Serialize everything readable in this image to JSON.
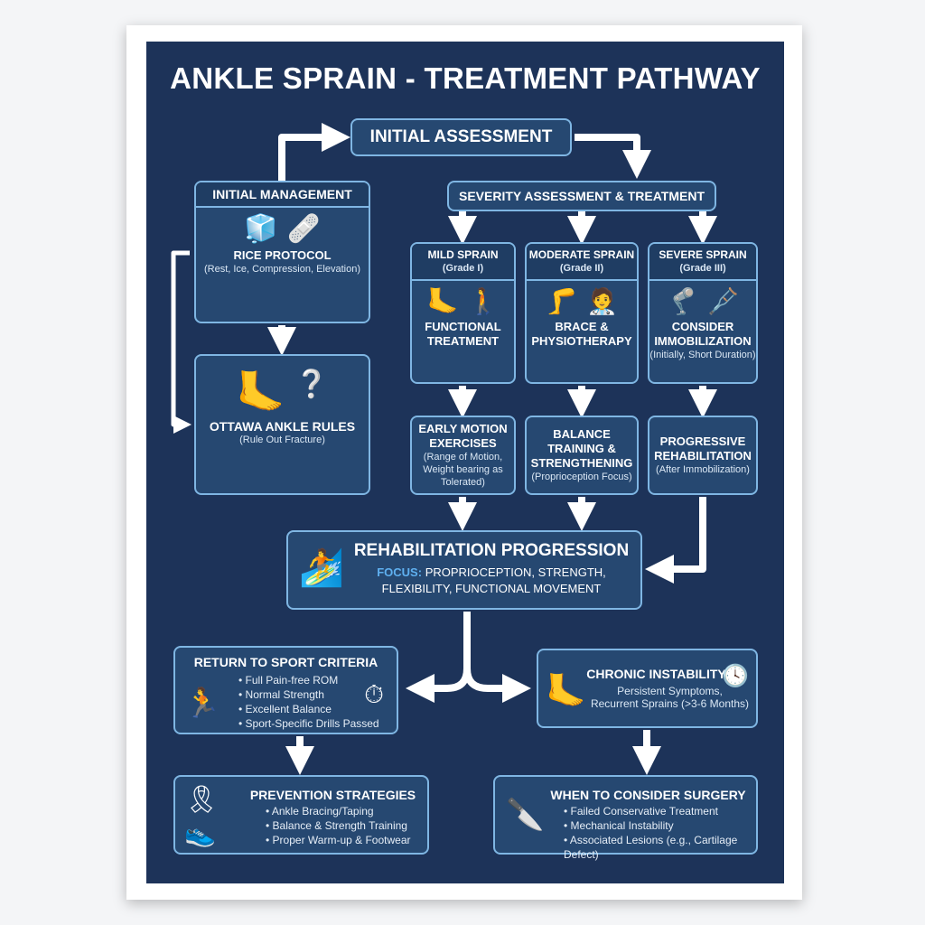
{
  "title": "ANKLE SPRAIN - TREATMENT PATHWAY",
  "initial_assessment": "INITIAL ASSESSMENT",
  "initial_management": {
    "header": "INITIAL MANAGEMENT",
    "title": "RICE PROTOCOL",
    "sub": "(Rest, Ice, Compression, Elevation)",
    "icons": [
      "ice-pack-icon",
      "bandage-icon"
    ]
  },
  "ottawa": {
    "title": "OTTAWA ANKLE RULES",
    "sub": "(Rule Out Fracture)",
    "icons": [
      "foot-bones-icon",
      "question-bubble-icon"
    ]
  },
  "severity": "SEVERITY ASSESSMENT & TREATMENT",
  "grades": [
    {
      "name": "MILD SPRAIN",
      "grade": "(Grade I)",
      "treatment": "FUNCTIONAL TREATMENT",
      "note": "",
      "next_title": "EARLY MOTION EXERCISES",
      "next_sub": "(Range of Motion, Weight bearing as Tolerated)",
      "icons": [
        "ankle-wrap-icon",
        "walking-person-icon"
      ]
    },
    {
      "name": "MODERATE SPRAIN",
      "grade": "(Grade II)",
      "treatment": "BRACE & PHYSIOTHERAPY",
      "note": "",
      "next_title": "BALANCE TRAINING & STRENGTHENING",
      "next_sub": "(Proprioception Focus)",
      "icons": [
        "brace-icon",
        "physiotherapist-icon"
      ]
    },
    {
      "name": "SEVERE SPRAIN",
      "grade": "(Grade III)",
      "treatment": "CONSIDER IMMOBILIZATION",
      "note": "(Initially, Short Duration)",
      "next_title": "PROGRESSIVE REHABILITATION",
      "next_sub": "(After Immobilization)",
      "icons": [
        "cast-icon",
        "crutches-icon"
      ]
    }
  ],
  "rehab": {
    "title": "REHABILITATION PROGRESSION",
    "focus_label": "FOCUS:",
    "focus": "PROPRIOCEPTION, STRENGTH, FLEXIBILITY, FUNCTIONAL MOVEMENT",
    "icon": "balance-board-icon"
  },
  "return_to_sport": {
    "title": "RETURN TO SPORT CRITERIA",
    "items": [
      "Full Pain-free ROM",
      "Normal Strength",
      "Excellent Balance",
      "Sport-Specific Drills Passed"
    ],
    "icons": [
      "running-person-icon",
      "stopwatch-icon"
    ]
  },
  "chronic": {
    "title": "CHRONIC INSTABILITY",
    "sub1": "Persistent Symptoms,",
    "sub2": "Recurrent Sprains (>3-6 Months)",
    "icons": [
      "foot-icon",
      "clock-icon"
    ]
  },
  "prevention": {
    "title": "PREVENTION STRATEGIES",
    "items": [
      "Ankle Bracing/Taping",
      "Balance & Strength Training",
      "Proper Warm-up & Footwear"
    ],
    "icons": [
      "ribbon-icon",
      "shoe-icon"
    ]
  },
  "surgery": {
    "title": "WHEN TO CONSIDER SURGERY",
    "items": [
      "Failed Conservative Treatment",
      "Mechanical Instability",
      "Associated Lesions (e.g., Cartilage Defect)"
    ],
    "icon": "scalpel-icon"
  },
  "colors": {
    "panel": "#1d3359",
    "box": "#264871",
    "border": "#7fb6e3",
    "focus": "#5fb0f0"
  }
}
